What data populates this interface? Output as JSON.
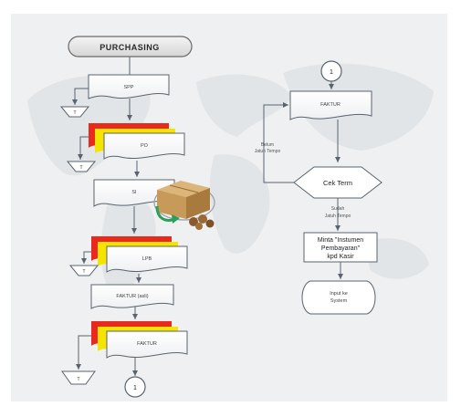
{
  "title": "PURCHASING",
  "nodes": {
    "spp": "SPP",
    "po": "PO",
    "si": "SI",
    "lpb": "LPB",
    "faktur_asli": "FAKTUR (asli)",
    "faktur_left": "FAKTUR",
    "faktur_right": "FAKTUR",
    "cek_term": "Cek Term",
    "request": [
      "Minta \"Instumen",
      "Pembayaran\"",
      "kpd Kasir"
    ],
    "input": [
      "Input ke",
      "System"
    ]
  },
  "connectors": {
    "bottom": "1",
    "top": "1"
  },
  "file_marks": [
    "T",
    "T",
    "T",
    "T"
  ],
  "edge_labels": {
    "belum": [
      "Belum",
      "Jatuh Tempo"
    ],
    "sudah": [
      "Sudah",
      "Jatuh Tempo"
    ]
  },
  "colors": {
    "doc_stack_red": "#e8291c",
    "doc_stack_yellow": "#f5e400",
    "doc_fill": "#ffffff",
    "stroke": "#5a6470",
    "arrow_green": "#2aa05a",
    "box_tan": "#c89a5a"
  }
}
